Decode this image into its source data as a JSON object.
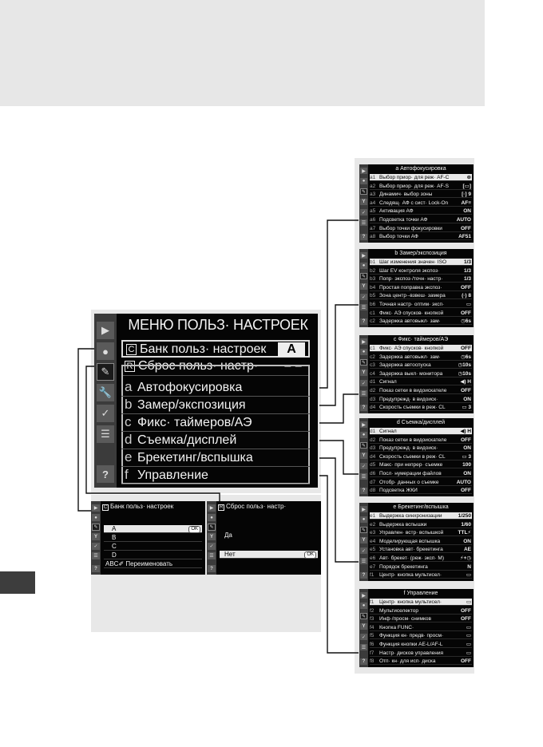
{
  "main_screen": {
    "title": "МЕНЮ ПОЛЬЗ· НАСТРОЕК",
    "rows": [
      {
        "letter": "C",
        "label": "Банк польз· настроек",
        "value": "A"
      },
      {
        "letter": "R",
        "label": "Сброс польз· настр·",
        "value": "– –"
      },
      {
        "letter": "a",
        "label": "Автофокусировка"
      },
      {
        "letter": "b",
        "label": "Замер/экспозиция"
      },
      {
        "letter": "c",
        "label": "Фикс· таймеров/АЭ"
      },
      {
        "letter": "d",
        "label": "Съемка/дисплей"
      },
      {
        "letter": "e",
        "label": "Брекетинг/вспышка"
      },
      {
        "letter": "f",
        "label": "Управление"
      }
    ],
    "help": "?"
  },
  "bank_screen": {
    "title_letter": "C",
    "title": "Банк польз· настроек",
    "rows": [
      "A",
      "B",
      "C",
      "D",
      "Переименовать"
    ],
    "rename_prefix": "ABC✐",
    "ok": "OK"
  },
  "reset_screen": {
    "title_letter": "R",
    "title": "Сброс польз· настр·",
    "options": [
      "Да",
      "Нет"
    ],
    "ok": "OK"
  },
  "submenus": [
    {
      "title": "a Автофокусировка",
      "rows": [
        {
          "code": "a1",
          "text": "Выбор приор· для реж· AF-C",
          "value": "⊚"
        },
        {
          "code": "a2",
          "text": "Выбор приор· для реж· AF-S",
          "value": "[▭]"
        },
        {
          "code": "a3",
          "text": "Динамич· выбор зоны",
          "value": "[·] 9"
        },
        {
          "code": "a4",
          "text": "Следящ· АФ с сист· Lock-On",
          "value": "AF≡"
        },
        {
          "code": "a5",
          "text": "Активация АФ",
          "value": "ON"
        },
        {
          "code": "a6",
          "text": "Подсветка точки АФ",
          "value": "AUTO"
        },
        {
          "code": "a7",
          "text": "Выбор точки фокусировки",
          "value": "OFF"
        },
        {
          "code": "a8",
          "text": "Выбор точки АФ",
          "value": "AF51"
        }
      ]
    },
    {
      "title": "b Замер/экспозиция",
      "rows": [
        {
          "code": "b1",
          "text": "Шаг изменения значен· ISO",
          "value": "1/3"
        },
        {
          "code": "b2",
          "text": "Шаг EV контроля экспоз·",
          "value": "1/3"
        },
        {
          "code": "b3",
          "text": "Попр· экспоз·/точн· настр·",
          "value": "1/3"
        },
        {
          "code": "b4",
          "text": "Простая поправка экспоз·",
          "value": "OFF"
        },
        {
          "code": "b5",
          "text": "Зона центр·-взвеш· замера",
          "value": "(·) 8"
        },
        {
          "code": "b6",
          "text": "Точная настр· оптим· эксп·",
          "value": "▭"
        },
        {
          "code": "c1",
          "text": "Фикс· АЭ спусков· кнопкой",
          "value": "OFF"
        },
        {
          "code": "c2",
          "text": "Задержка автовыкл· зам·",
          "value": "◷6s"
        }
      ]
    },
    {
      "title": "c Фикс· таймеров/АЭ",
      "rows": [
        {
          "code": "c1",
          "text": "Фикс· АЭ спусков· кнопкой",
          "value": "OFF"
        },
        {
          "code": "c2",
          "text": "Задержка автовыкл· зам·",
          "value": "◷6s"
        },
        {
          "code": "c3",
          "text": "Задержка автоспуска",
          "value": "◷10s"
        },
        {
          "code": "c4",
          "text": "Задержка выкл· монитора",
          "value": "◷10s"
        },
        {
          "code": "d1",
          "text": "Сигнал",
          "value": "◀) H"
        },
        {
          "code": "d2",
          "text": "Показ сетки в видоискателе",
          "value": "OFF"
        },
        {
          "code": "d3",
          "text": "Предупрежд· в видоиск·",
          "value": "ON"
        },
        {
          "code": "d4",
          "text": "Скорость съемки в реж· CL",
          "value": "▭ 3"
        }
      ]
    },
    {
      "title": "d Съемка/дисплей",
      "rows": [
        {
          "code": "d1",
          "text": "Сигнал",
          "value": "◀) H"
        },
        {
          "code": "d2",
          "text": "Показ сетки в видоискателе",
          "value": "OFF"
        },
        {
          "code": "d3",
          "text": "Предупрежд· в видоиск·",
          "value": "ON"
        },
        {
          "code": "d4",
          "text": "Скорость съемки в реж· CL",
          "value": "▭ 3"
        },
        {
          "code": "d5",
          "text": "Макс· при непрер· съемке",
          "value": "100"
        },
        {
          "code": "d6",
          "text": "Посл· нумерации файлов",
          "value": "ON"
        },
        {
          "code": "d7",
          "text": "Отобр· данных о съемке",
          "value": "AUTO"
        },
        {
          "code": "d8",
          "text": "Подсветка ЖКИ",
          "value": "OFF"
        }
      ]
    },
    {
      "title": "e Брекетинг/вспышка",
      "rows": [
        {
          "code": "e1",
          "text": "Выдержка синхронизации",
          "value": "1/250"
        },
        {
          "code": "e2",
          "text": "Выдержка вспышки",
          "value": "1/60"
        },
        {
          "code": "e3",
          "text": "Управлен· встр· вспышкой",
          "value": "TTL⚡"
        },
        {
          "code": "e4",
          "text": "Моделирующая вспышка",
          "value": "ON"
        },
        {
          "code": "e5",
          "text": "Установка авт· брекетинга",
          "value": "AE"
        },
        {
          "code": "e6",
          "text": "Авт· брекет· (реж· эксп· M)",
          "value": "⚡+◷"
        },
        {
          "code": "e7",
          "text": "Порядок брекетинга",
          "value": "N"
        },
        {
          "code": "f1",
          "text": "Центр· кнопка мультисел·",
          "value": "▭"
        }
      ]
    },
    {
      "title": "f Управление",
      "rows": [
        {
          "code": "f1",
          "text": "Центр· кнопка мультисел·",
          "value": "▭"
        },
        {
          "code": "f2",
          "text": "Мультиселектор",
          "value": "OFF"
        },
        {
          "code": "f3",
          "text": "Инф·/просм· снимков",
          "value": "OFF"
        },
        {
          "code": "f4",
          "text": "Кнопка FUNC·",
          "value": "▭"
        },
        {
          "code": "f5",
          "text": "Функция кн· предв· просм·",
          "value": "▭"
        },
        {
          "code": "f6",
          "text": "Функция кнопки AE-L/AF-L",
          "value": "▭"
        },
        {
          "code": "f7",
          "text": "Настр· дисков управления",
          "value": "▭"
        },
        {
          "code": "f8",
          "text": "Отп· кн· для исп· диска",
          "value": "OFF"
        }
      ]
    }
  ],
  "colors": {
    "screen_bg": "#050505",
    "highlight": "#e8e8e8",
    "frame": "#e8e8e8",
    "band": "#e7e7e7",
    "tab": "#3d3d3d"
  }
}
